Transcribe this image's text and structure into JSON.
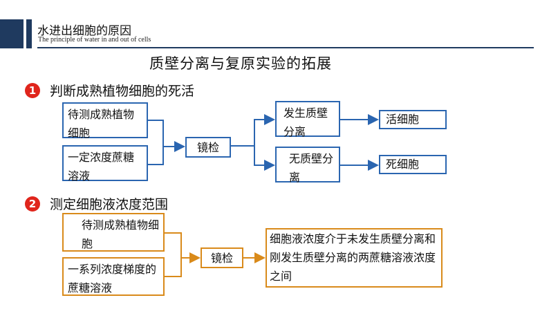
{
  "header": {
    "title": "水进出细胞的原因",
    "subtitle": "The principle of water in and out of cells"
  },
  "main_title": "质壁分离与复原实验的拓展",
  "section1": {
    "number": "1",
    "title": "判断成熟植物细胞的死活",
    "input1": "待测成熟植物细胞",
    "input2": "一定浓度蔗糖溶液",
    "check": "镜检",
    "branch_a": "发生质壁分离",
    "branch_b": "无质壁分离",
    "result_a": "活细胞",
    "result_b": "死细胞"
  },
  "section2": {
    "number": "2",
    "title": "测定细胞液浓度范围",
    "input1": "待测成熟植物细胞",
    "input2": "一系列浓度梯度的蔗糖溶液",
    "check": "镜检",
    "result": "细胞液浓度介于未发生质壁分离和刚发生质壁分离的两蔗糖溶液浓度之间"
  },
  "colors": {
    "navy": "#1f3a5f",
    "blue_border": "#2a65b0",
    "orange_border": "#d98a1a",
    "badge": "#e0251c"
  }
}
